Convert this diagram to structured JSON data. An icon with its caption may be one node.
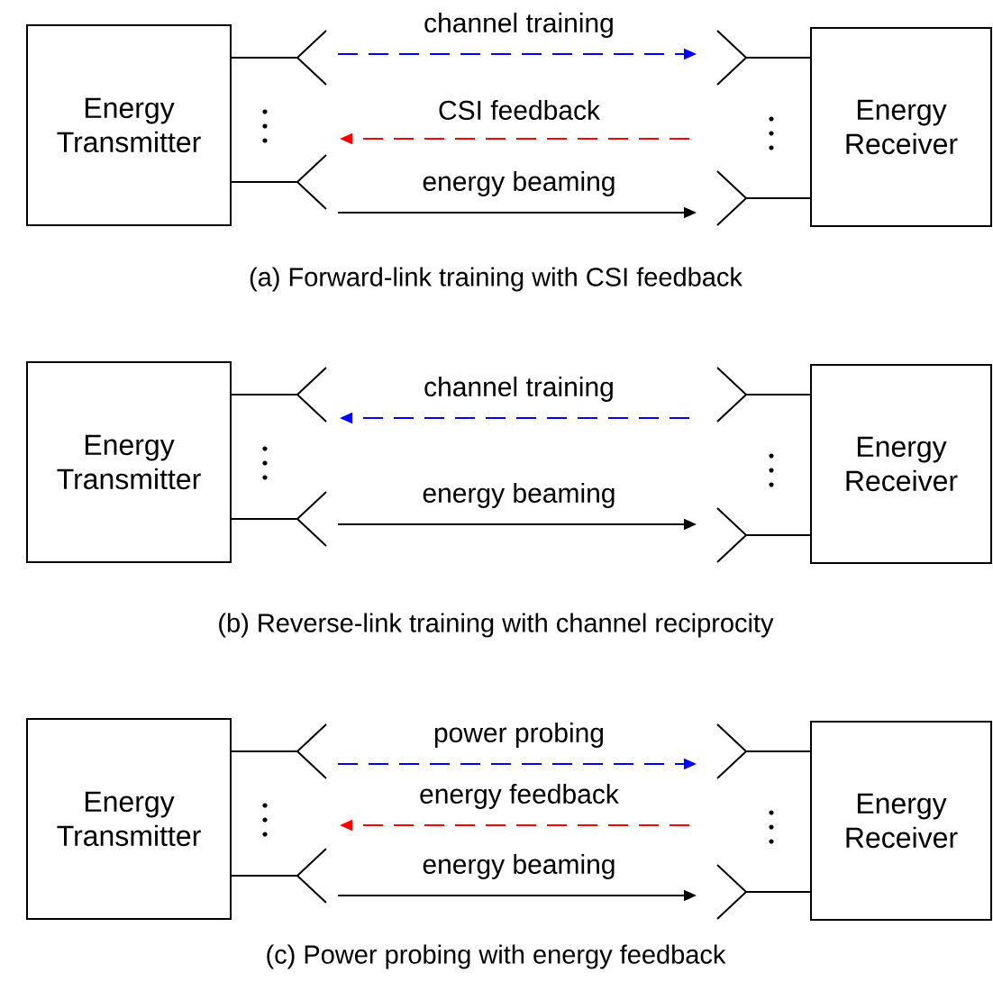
{
  "diagram": {
    "nodes": [
      {
        "text": [
          "Energy Transmitter"
        ]
      },
      {
        "text": [
          "Energy Receiver"
        ]
      },
      {
        "text": [
          "Energy Transmitter"
        ]
      },
      {
        "text": [
          "Energy Receiver"
        ]
      },
      {
        "text": [
          "Energy Transmitter"
        ]
      },
      {
        "text": [
          "Energy Receiver"
        ]
      }
    ],
    "edges": [
      {
        "from": 0,
        "to": 1,
        "arrow": "to",
        "label": "channel training",
        "style": "dashed",
        "color": "#0000ff"
      },
      {
        "from": 1,
        "to": 0,
        "arrow": "to",
        "label": "CSI feedback",
        "style": "dashed",
        "color": "#ff0000"
      },
      {
        "from": 0,
        "to": 1,
        "arrow": "to",
        "label": "energy beaming",
        "color": "#000000"
      },
      {
        "from": 3,
        "to": 2,
        "arrow": "to",
        "label": "channel training",
        "style": "dashed",
        "color": "#0000ff"
      },
      {
        "from": 2,
        "to": 3,
        "arrow": "to",
        "label": "energy beaming",
        "color": "#000000"
      },
      {
        "from": 4,
        "to": 5,
        "arrow": "to",
        "label": "power probing",
        "style": "dashed",
        "color": "#0000ff"
      },
      {
        "from": 5,
        "to": 4,
        "arrow": "to",
        "label": "energy feedback",
        "style": "dashed",
        "color": "#ff0000"
      },
      {
        "from": 4,
        "to": 5,
        "arrow": "to",
        "label": "energy beaming",
        "color": "#000000"
      }
    ],
    "labels": [
      "(a) Forward-link training with CSI feedback",
      "(b) Reverse-link training with channel reciprocity",
      "(c) Power probing with energy feedback"
    ]
  }
}
